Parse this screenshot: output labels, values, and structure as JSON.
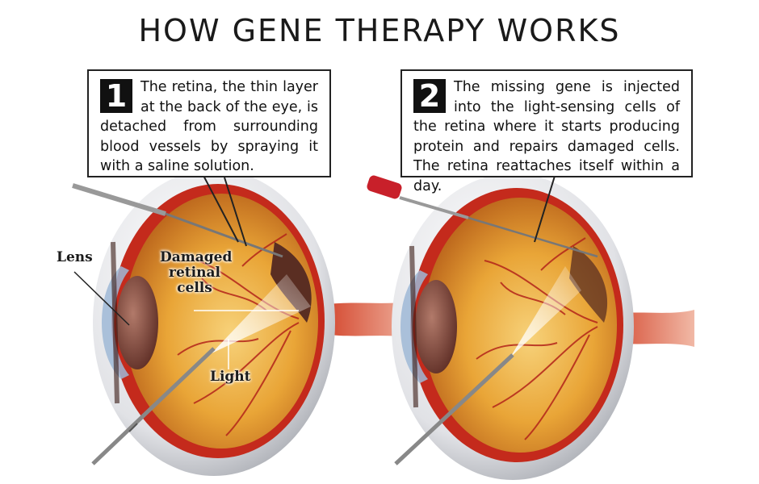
{
  "title": "HOW GENE THERAPY WORKS",
  "step1": {
    "number": "1",
    "text": "The retina, the thin layer at the back of the eye, is detached from surrounding blood vessels by spraying it with a saline solution."
  },
  "step2": {
    "number": "2",
    "text": "The missing gene is injected into the light-sensing cells of the retina where it starts producing protein and repairs damaged cells. The retina reattaches itself within a day."
  },
  "labels": {
    "lens": "Lens",
    "damaged_line1": "Damaged",
    "damaged_line2": "retinal",
    "damaged_line3": "cells",
    "light": "Light"
  },
  "colors": {
    "sclera": "#dcdde2",
    "retina_red": "#c42a1c",
    "interior_gold": "#e8a234",
    "vessel": "#b3241a",
    "needle_cap": "#c8202a"
  }
}
